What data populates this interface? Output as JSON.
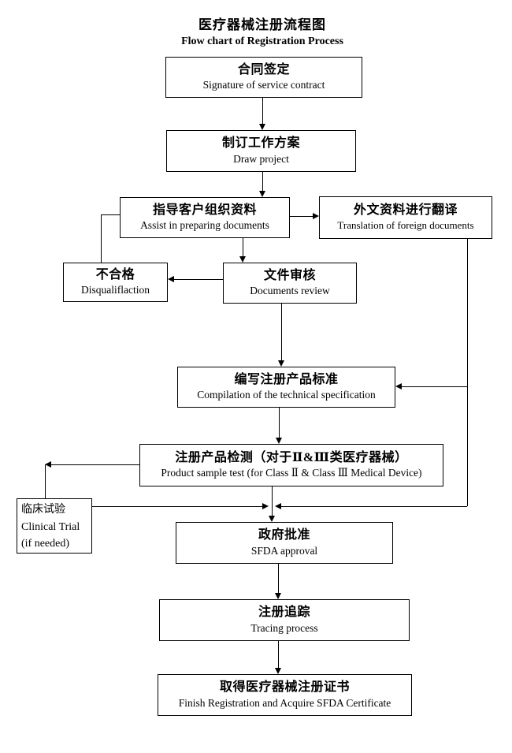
{
  "title": {
    "zh": "医疗器械注册流程图",
    "en": "Flow chart of Registration Process"
  },
  "nodes": {
    "contract": {
      "zh": "合同签定",
      "en": "Signature of service contract"
    },
    "project": {
      "zh": "制订工作方案",
      "en": "Draw project"
    },
    "prepare": {
      "zh": "指导客户组织资料",
      "en": "Assist in preparing documents"
    },
    "translation": {
      "zh": "外文资料进行翻译",
      "en": "Translation of foreign documents"
    },
    "disqualification": {
      "zh": "不合格",
      "en": "Disqualiflaction"
    },
    "review": {
      "zh": "文件审核",
      "en": "Documents review"
    },
    "specification": {
      "zh": "编写注册产品标准",
      "en": "Compilation of the technical specification"
    },
    "sample_test": {
      "zh": "注册产品检测（对于Ⅱ&Ⅲ类医疗器械）",
      "en": "Product sample test (for Class Ⅱ & Class Ⅲ Medical Device)"
    },
    "clinical": {
      "zh": "临床试验",
      "en": "Clinical Trial",
      "note": "(if needed)"
    },
    "approval": {
      "zh": "政府批准",
      "en": "SFDA approval"
    },
    "tracing": {
      "zh": "注册追踪",
      "en": "Tracing process"
    },
    "certificate": {
      "zh": "取得医疗器械注册证书",
      "en": "Finish Registration and Acquire SFDA Certificate"
    }
  },
  "colors": {
    "line": "#000000",
    "box_border": "#000000",
    "background": "#ffffff",
    "text": "#000000"
  }
}
